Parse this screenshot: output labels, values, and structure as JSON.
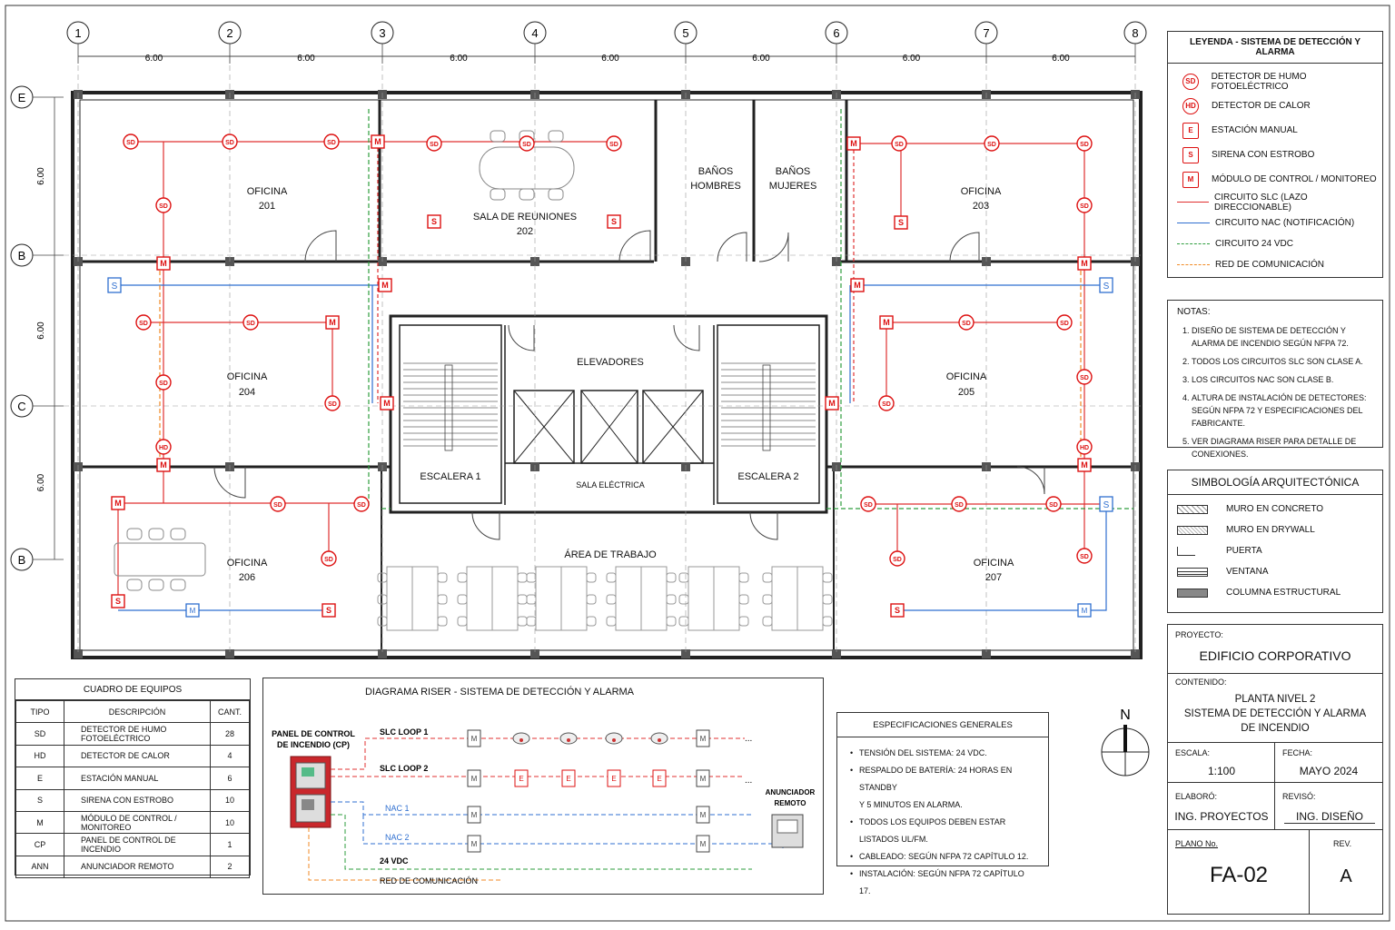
{
  "grid": {
    "columns": [
      "1",
      "2",
      "3",
      "4",
      "5",
      "6",
      "7",
      "8"
    ],
    "rows": [
      "E",
      "B",
      "C",
      "B"
    ],
    "col_spacing": [
      "6.00",
      "6.00",
      "6.00",
      "6.00",
      "6.00",
      "6.00",
      "6.00"
    ],
    "row_spacing": [
      "6.00",
      "6.00",
      "6.00"
    ]
  },
  "rooms": {
    "of201": {
      "name": "OFICINA",
      "num": "201"
    },
    "sala202": {
      "name": "SALA DE REUNIONES",
      "num": "202"
    },
    "banos_h": {
      "name": "BAÑOS",
      "num": "HOMBRES"
    },
    "banos_m": {
      "name": "BAÑOS",
      "num": "MUJERES"
    },
    "of203": {
      "name": "OFICINA",
      "num": "203"
    },
    "of204": {
      "name": "OFICINA",
      "num": "204"
    },
    "elevadores": "ELEVADORES",
    "of205": {
      "name": "OFICINA",
      "num": "205"
    },
    "escalera1": "ESCALERA 1",
    "escalera2": "ESCALERA 2",
    "sala_electrica": "SALA ELÉCTRICA",
    "of206": {
      "name": "OFICINA",
      "num": "206"
    },
    "area_trabajo": "ÁREA DE TRABAJO",
    "of207": {
      "name": "OFICINA",
      "num": "207"
    }
  },
  "device_labels": {
    "sd": "SD",
    "hd": "HD",
    "e": "E",
    "s": "S",
    "m": "M"
  },
  "legend": {
    "title": "LEYENDA - SISTEMA DE DETECCIÓN Y ALARMA",
    "items": [
      {
        "sym": "SD",
        "label": "DETECTOR DE HUMO FOTOELÉCTRICO"
      },
      {
        "sym": "HD",
        "label": "DETECTOR DE CALOR"
      },
      {
        "sym": "E",
        "label": "ESTACIÓN MANUAL"
      },
      {
        "sym": "S",
        "label": "SIRENA CON ESTROBO"
      },
      {
        "sym": "M",
        "label": "MÓDULO DE CONTROL / MONITOREO"
      }
    ],
    "lines": [
      {
        "label": "CIRCUITO SLC (LAZO DIRECCIONABLE)",
        "color": "#e03030"
      },
      {
        "label": "CIRCUITO NAC (NOTIFICACIÓN)",
        "color": "#2f6fd0"
      },
      {
        "label": "CIRCUITO 24 VDC",
        "color": "#2e9e3e"
      },
      {
        "label": "RED DE COMUNICACIÓN",
        "color": "#f08a24"
      }
    ]
  },
  "notes": {
    "title": "NOTAS:",
    "items": [
      "DISEÑO DE SISTEMA DE DETECCIÓN Y ALARMA DE INCENDIO SEGÚN NFPA 72.",
      "TODOS LOS CIRCUITOS SLC SON CLASE A.",
      "LOS CIRCUITOS NAC SON CLASE B.",
      "ALTURA DE INSTALACIÓN DE DETECTORES: SEGÚN NFPA 72 Y ESPECIFICACIONES DEL FABRICANTE.",
      "VER DIAGRAMA RISER PARA DETALLE DE CONEXIONES."
    ]
  },
  "arch": {
    "title": "SIMBOLOGÍA ARQUITECTÓNICA",
    "items": [
      "MURO EN CONCRETO",
      "MURO EN DRYWALL",
      "PUERTA",
      "VENTANA",
      "COLUMNA ESTRUCTURAL"
    ]
  },
  "title_block": {
    "proyecto_label": "PROYECTO:",
    "proyecto": "EDIFICIO CORPORATIVO",
    "contenido_label": "CONTENIDO:",
    "contenido": [
      "PLANTA NIVEL 2",
      "SISTEMA DE DETECCIÓN Y ALARMA",
      "DE INCENDIO"
    ],
    "escala_label": "ESCALA:",
    "escala": "1:100",
    "fecha_label": "FECHA:",
    "fecha": "MAYO 2024",
    "elaboro_label": "ELABORÓ:",
    "elaboro": "ING. PROYECTOS",
    "reviso_label": "REVISÓ:",
    "reviso": "ING. DISEÑO",
    "plano_label": "PLANO No.",
    "plano": "FA-02",
    "rev_label": "REV.",
    "rev": "A"
  },
  "north": "N",
  "equipment": {
    "title": "CUADRO DE EQUIPOS",
    "headers": [
      "TIPO",
      "DESCRIPCIÓN",
      "CANT."
    ],
    "rows": [
      [
        "SD",
        "DETECTOR DE HUMO FOTOELÉCTRICO",
        "28"
      ],
      [
        "HD",
        "DETECTOR DE CALOR",
        "4"
      ],
      [
        "E",
        "ESTACIÓN MANUAL",
        "6"
      ],
      [
        "S",
        "SIRENA CON ESTROBO",
        "10"
      ],
      [
        "M",
        "MÓDULO DE CONTROL / MONITOREO",
        "10"
      ],
      [
        "CP",
        "PANEL DE CONTROL DE INCENDIO",
        "1"
      ],
      [
        "ANN",
        "ANUNCIADOR REMOTO",
        "2"
      ]
    ]
  },
  "riser": {
    "title": "DIAGRAMA RISER - SISTEMA DE DETECCIÓN Y ALARMA",
    "panel": [
      "PANEL DE CONTROL",
      "DE INCENDIO (CP)"
    ],
    "slc1": "SLC LOOP 1",
    "slc2": "SLC LOOP 2",
    "nac1": "NAC 1",
    "nac2": "NAC 2",
    "vdc": "24 VDC",
    "red": "RED DE COMUNICACIÓN",
    "anunciador": [
      "ANUNCIADOR",
      "REMOTO"
    ],
    "more": "..."
  },
  "specs": {
    "title": "ESPECIFICACIONES GENERALES",
    "items": [
      "TENSIÓN DEL SISTEMA: 24 VDC.",
      "RESPALDO DE BATERÍA: 24 HORAS EN STANDBY",
      "Y 5 MINUTOS EN ALARMA.",
      "TODOS LOS EQUIPOS DEBEN ESTAR LISTADOS UL/FM.",
      "CABLEADO: SEGÚN NFPA 72 CAPÍTULO 12.",
      "INSTALACIÓN: SEGÚN NFPA 72 CAPÍTULO 17."
    ]
  }
}
